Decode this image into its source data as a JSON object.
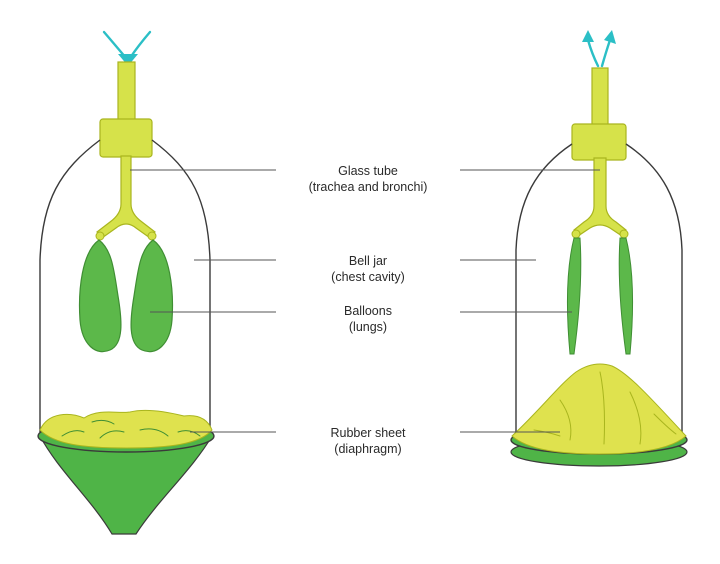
{
  "labels": {
    "glass_tube": {
      "name": "Glass tube",
      "note": "(trachea and bronchi)"
    },
    "bell_jar": {
      "name": "Bell jar",
      "note": "(chest cavity)"
    },
    "balloons": {
      "name": "Balloons",
      "note": "(lungs)"
    },
    "rubber_sheet": {
      "name": "Rubber sheet",
      "note": "(diaphragm)"
    }
  },
  "colors": {
    "tube": "#d6e24a",
    "tube_dark": "#a9b51e",
    "lung": "#5cb84a",
    "lung_dark": "#3f8e33",
    "sheet_top": "#dfe24e",
    "sheet_under": "#4fb447",
    "arrow": "#2bbfc6",
    "outline": "#3a3a3a",
    "leader": "#555555"
  },
  "icons": [
    "air-arrow-in-icon",
    "air-arrows-out-icon"
  ]
}
